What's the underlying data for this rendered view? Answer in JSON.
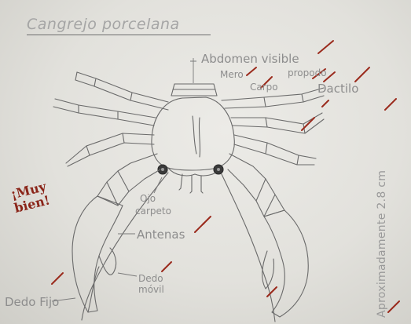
{
  "drawing": {
    "title": "Cangrejo porcelana",
    "labels": {
      "abdomen": "Abdomen visible",
      "mero": "Mero",
      "propodo": "propodo",
      "carpo_top": "Carpo",
      "dactilo": "Dactilo",
      "ojo": "Ojo",
      "carpo_left": "carpeto",
      "antenas": "Antenas",
      "dedo_movil_1": "Dedo",
      "dedo_movil_2": "móvil",
      "dedo_fijo": "Dedo Fijo",
      "size": "Aproximadamente 2.8 cm"
    },
    "teacher_note_line1": "¡Muy",
    "teacher_note_line2": "bien!",
    "colors": {
      "pencil": "#6a6a6a",
      "label": "#8d8d8d",
      "red_mark": "#9a2a1c"
    }
  }
}
